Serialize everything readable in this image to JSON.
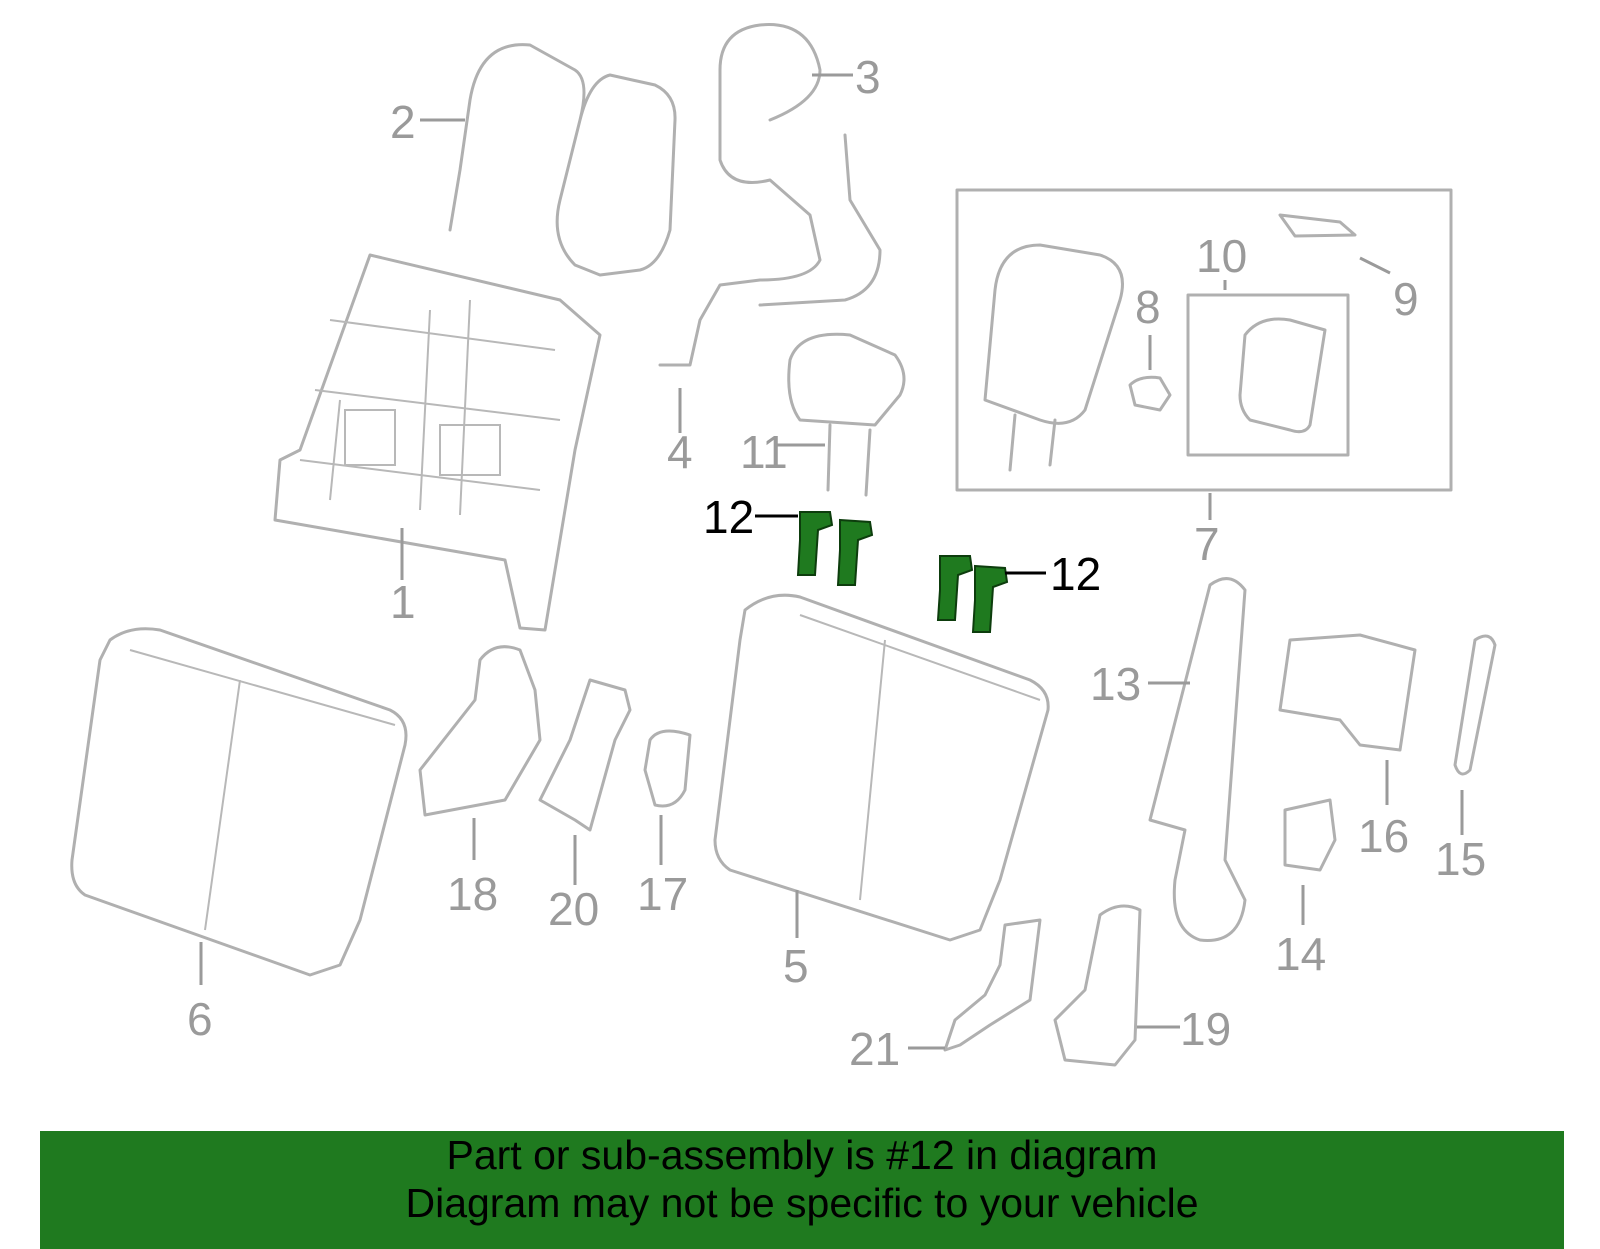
{
  "callouts": {
    "c1": "1",
    "c2": "2",
    "c3": "3",
    "c4": "4",
    "c5": "5",
    "c6": "6",
    "c7": "7",
    "c8": "8",
    "c9": "9",
    "c10": "10",
    "c11": "11",
    "c12a": "12",
    "c12b": "12",
    "c13": "13",
    "c14": "14",
    "c15": "15",
    "c16": "16",
    "c17": "17",
    "c18": "18",
    "c19": "19",
    "c20": "20",
    "c21": "21"
  },
  "highlight_part": "12",
  "colors": {
    "highlight": "#1f7a1f",
    "banner": "#1f7a1f",
    "line_art": "#b0b0b0",
    "label": "#9a9a9a"
  },
  "banner": {
    "line1": "Part or sub-assembly is #12 in diagram",
    "line2": "Diagram may not be specific to your vehicle"
  }
}
